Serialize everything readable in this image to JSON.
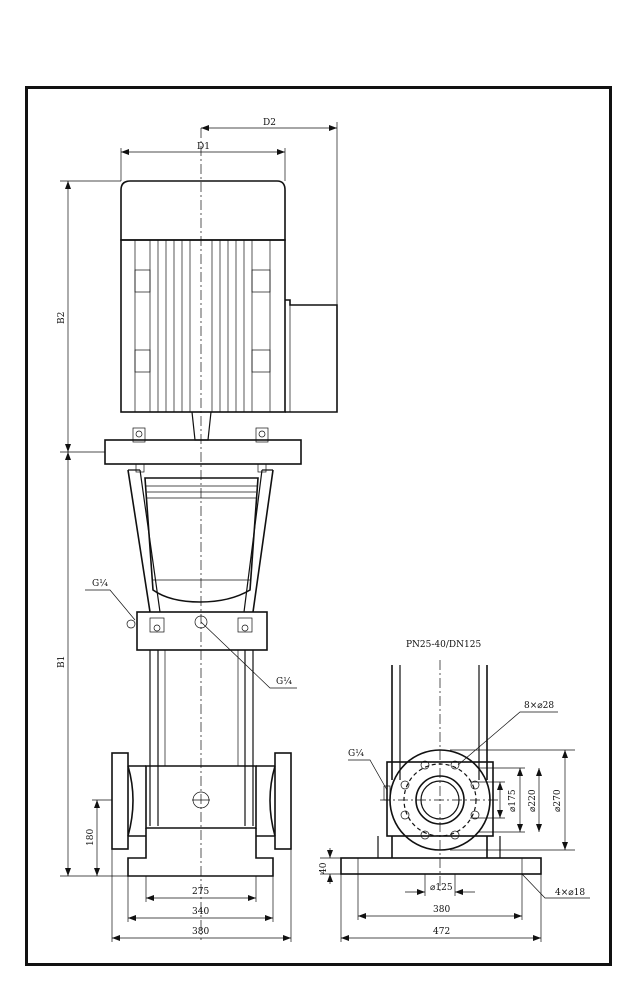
{
  "labels": {
    "d2": "D2",
    "d1": "D1",
    "b2": "B2",
    "b1": "B1",
    "g_left": "G¼",
    "g_mid": "G¼",
    "g_right": "G¼",
    "dim_180": "180",
    "dim_275": "275",
    "dim_340": "340",
    "dim_380_front": "380",
    "flange_spec": "PN25-40/DN125",
    "holes_8": "8×⌀28",
    "dim_175": "⌀175",
    "dim_220": "⌀220",
    "dim_270": "⌀270",
    "dim_40": "40",
    "dim_125": "⌀125",
    "dim_380_side": "380",
    "holes_4": "4×⌀18",
    "dim_472": "472"
  }
}
